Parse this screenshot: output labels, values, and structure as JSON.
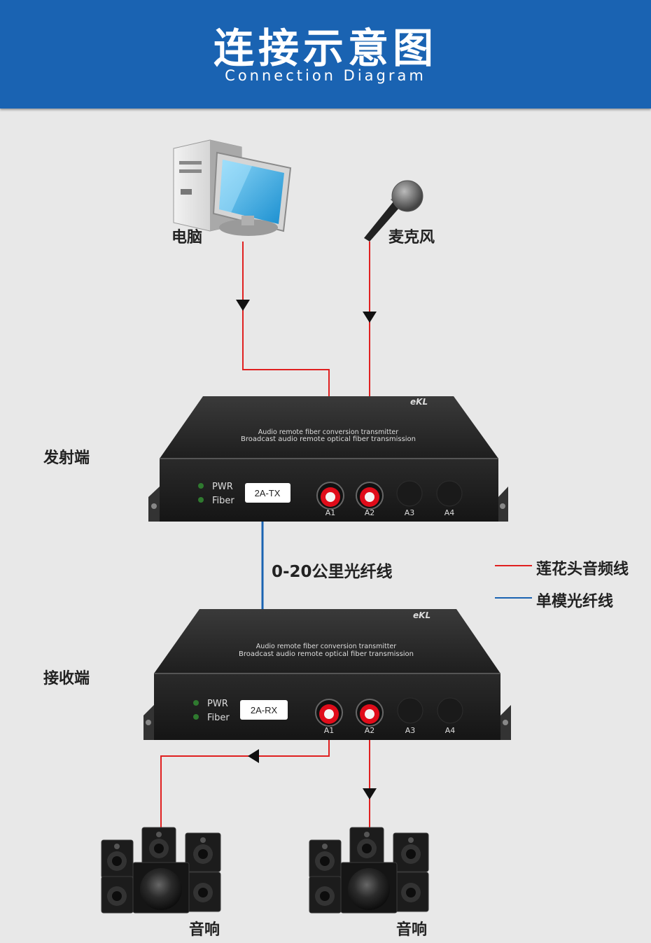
{
  "header": {
    "title": "连接示意图",
    "subtitle": "Connection Diagram"
  },
  "sources": {
    "computer_label": "电脑",
    "mic_label": "麦克风"
  },
  "transmitter": {
    "side_label": "发射端",
    "model": "2A-TX",
    "brand": "eKL",
    "top_line1": "Audio remote fiber conversion transmitter",
    "top_line2": "Broadcast audio remote optical fiber transmission",
    "led_pwr": "PWR",
    "led_fiber": "Fiber",
    "ports": [
      "A1",
      "A2",
      "A3",
      "A4"
    ]
  },
  "receiver": {
    "side_label": "接收端",
    "model": "2A-RX",
    "brand": "eKL",
    "top_line1": "Audio remote fiber conversion transmitter",
    "top_line2": "Broadcast audio remote optical fiber transmission",
    "led_pwr": "PWR",
    "led_fiber": "Fiber",
    "ports": [
      "A1",
      "A2",
      "A3",
      "A4"
    ]
  },
  "fiber_label": "0-20公里光纤线",
  "legend": {
    "items": [
      {
        "label": "莲花头音频线",
        "color": "#e02020"
      },
      {
        "label": "单模光纤线",
        "color": "#1a63b2"
      }
    ]
  },
  "outputs": {
    "speaker_left_label": "音响",
    "speaker_right_label": "音响"
  },
  "colors": {
    "audio_cable": "#e02020",
    "fiber_cable": "#1a63b2",
    "header_bg": "#1a63b2"
  }
}
